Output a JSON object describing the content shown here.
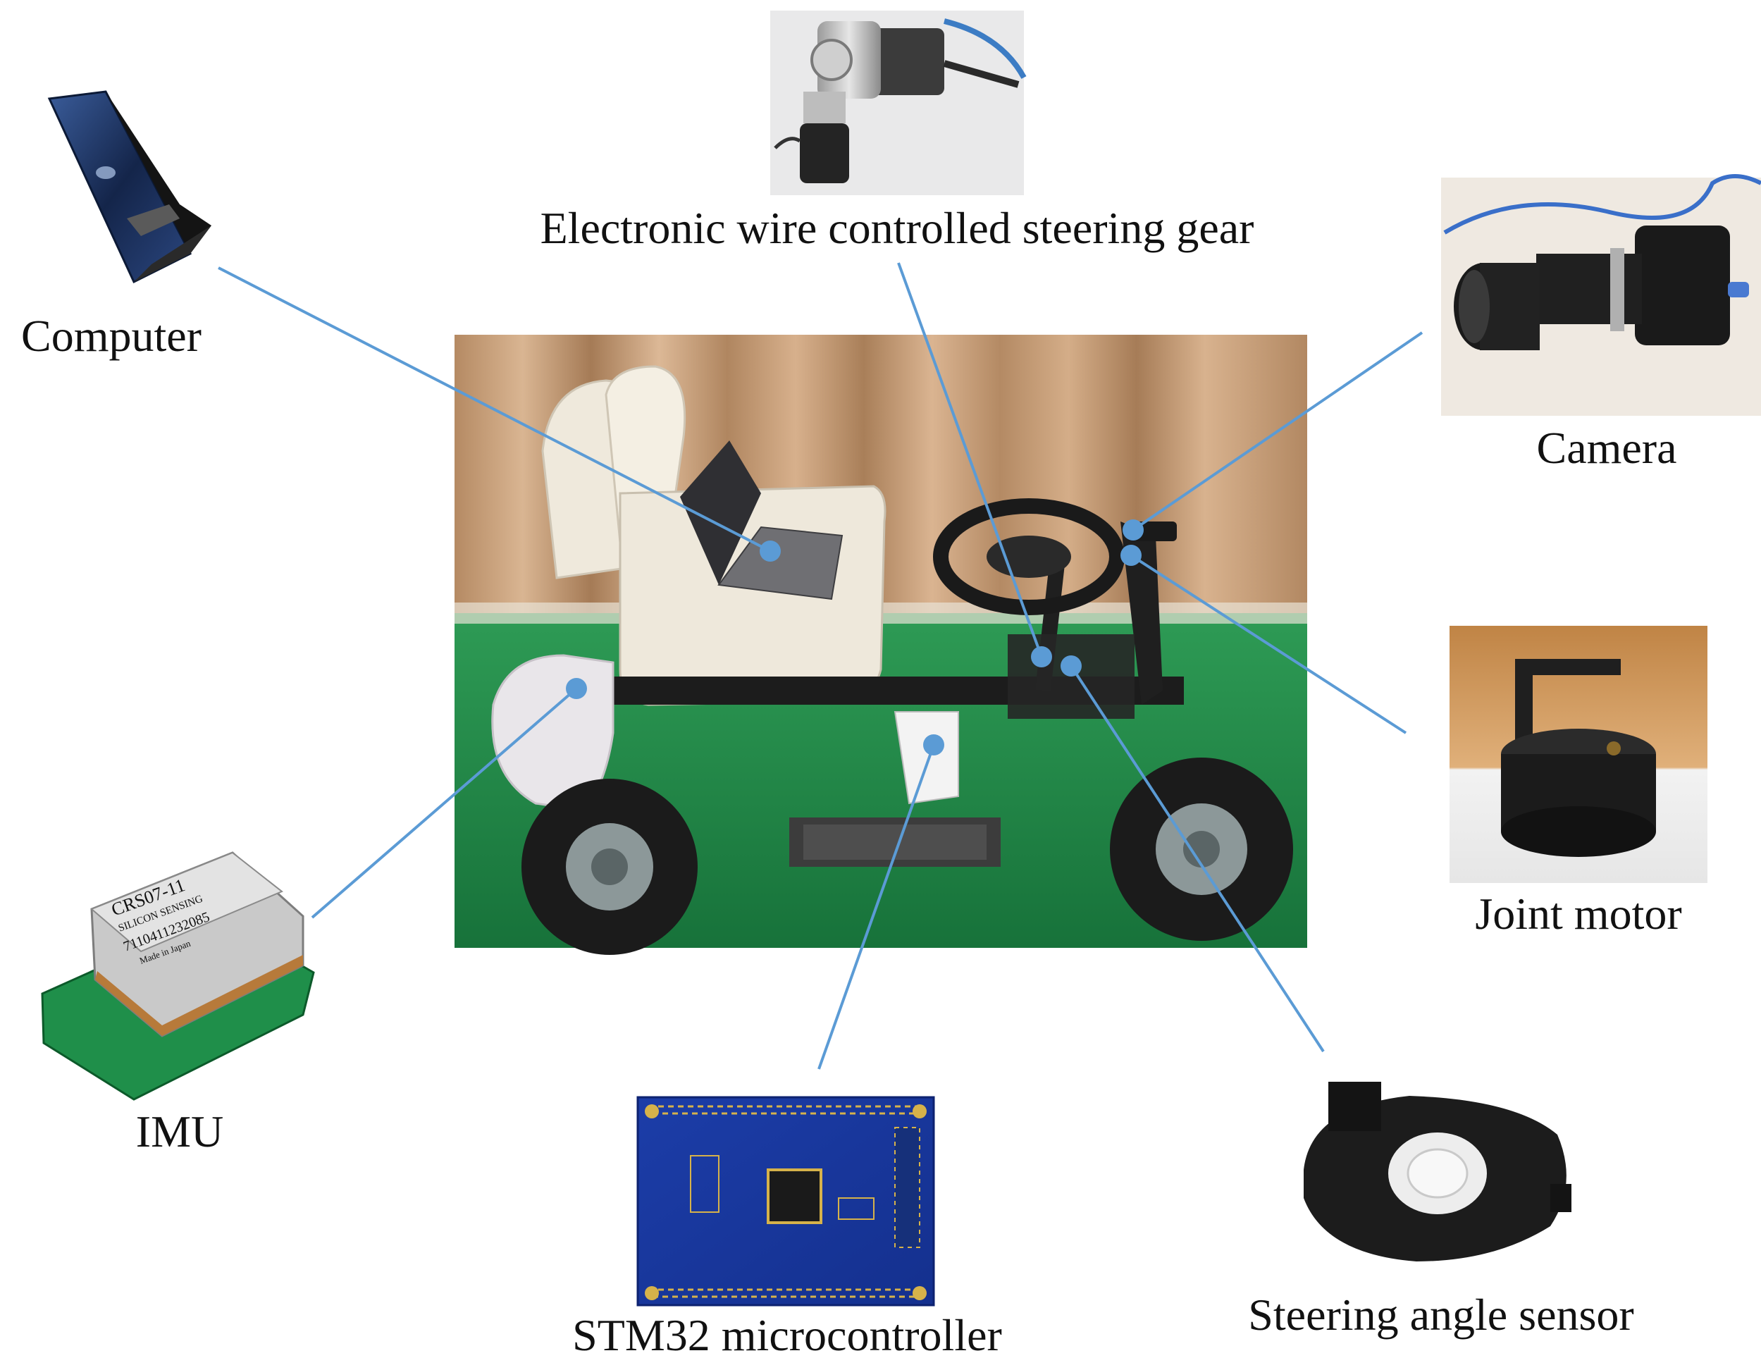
{
  "labels": {
    "steering_gear": "Electronic wire controlled steering gear",
    "computer": "Computer",
    "camera": "Camera",
    "joint_motor": "Joint motor",
    "imu": "IMU",
    "stm32": "STM32 microcontroller",
    "steering_sensor": "Steering angle sensor"
  },
  "imu_chip": {
    "line1": "CRS07-11",
    "line2": "SILICON SENSING",
    "line3": "7110411232085",
    "line4": "Made in Japan"
  },
  "colors": {
    "connector_line": "#5b9bd5",
    "connector_dot": "#5b9bd5",
    "floor_green": "#1f8a45",
    "curtain": "#c9a07a"
  }
}
